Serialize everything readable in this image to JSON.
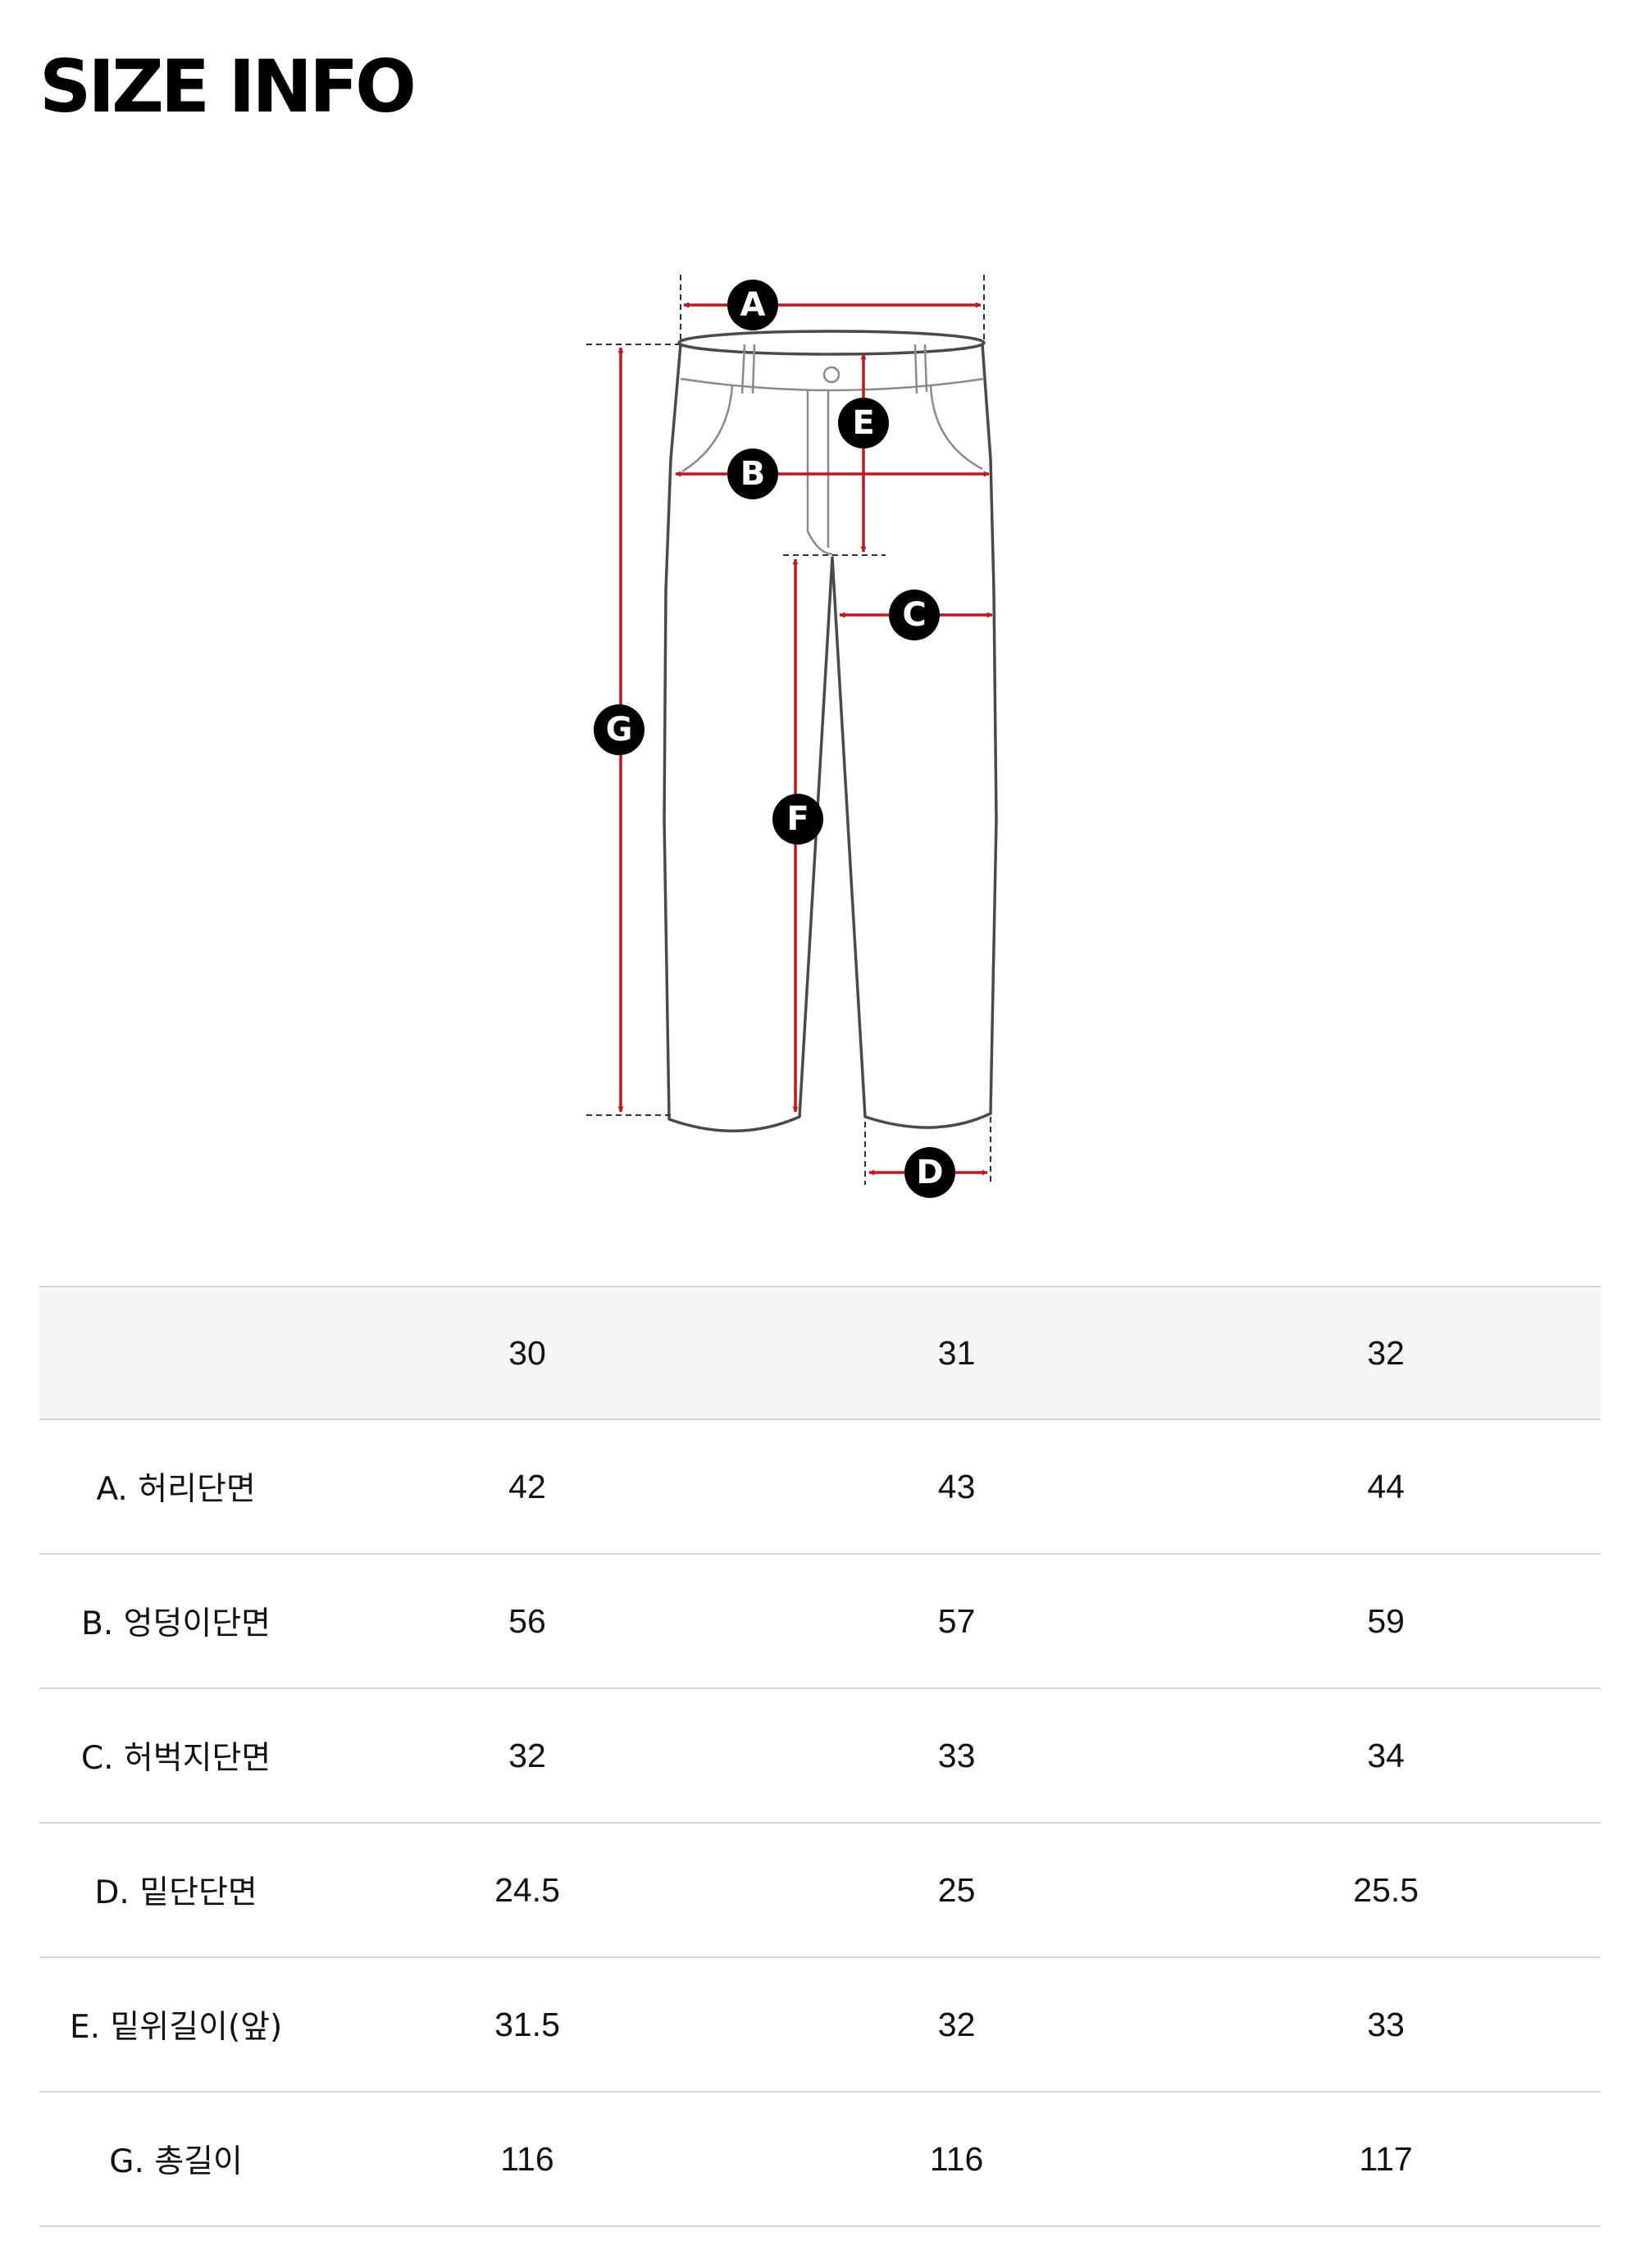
{
  "page": {
    "title": "SIZE INFO"
  },
  "diagram": {
    "markers": [
      "A",
      "B",
      "C",
      "D",
      "E",
      "F",
      "G"
    ],
    "colors": {
      "arrow": "#c4141c",
      "outline": "#4a4a4a",
      "badge": "#000000",
      "badge_text": "#ffffff"
    }
  },
  "table": {
    "header": [
      "",
      "30",
      "31",
      "32"
    ],
    "rows": [
      {
        "label": "A. 허리단면",
        "values": [
          "42",
          "43",
          "44"
        ]
      },
      {
        "label": "B. 엉덩이단면",
        "values": [
          "56",
          "57",
          "59"
        ]
      },
      {
        "label": "C. 허벅지단면",
        "values": [
          "32",
          "33",
          "34"
        ]
      },
      {
        "label": "D. 밑단단면",
        "values": [
          "24.5",
          "25",
          "25.5"
        ]
      },
      {
        "label": "E. 밑위길이(앞)",
        "values": [
          "31.5",
          "32",
          "33"
        ]
      },
      {
        "label": "G. 총길이",
        "values": [
          "116",
          "116",
          "117"
        ]
      }
    ]
  }
}
